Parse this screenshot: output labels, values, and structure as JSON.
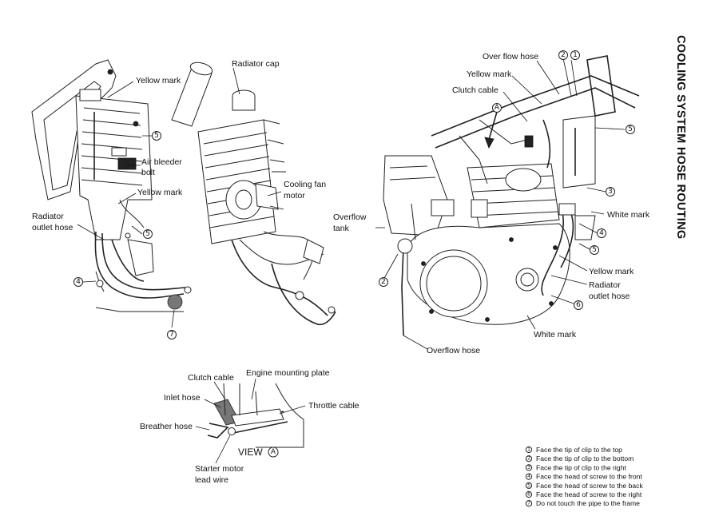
{
  "title": "COOLING SYSTEM HOSE ROUTING",
  "left_diagram": {
    "yellow_mark_top": "Yellow mark",
    "air_bleeder_bolt": "Air bleeder\nbolt",
    "air_bleeder_line1": "Air bleeder",
    "air_bleeder_line2": "bolt",
    "yellow_mark_mid": "Yellow mark",
    "radiator_outlet_line1": "Radiator",
    "radiator_outlet_line2": "outlet hose",
    "callouts": [
      "5",
      "5",
      "4",
      "7"
    ]
  },
  "middle_diagram": {
    "radiator_cap": "Radiator cap",
    "cooling_fan_line1": "Cooling fan",
    "cooling_fan_line2": "motor"
  },
  "right_diagram": {
    "over_flow_hose": "Over flow hose",
    "yellow_mark_top": "Yellow mark",
    "clutch_cable": "Clutch cable",
    "view_marker": "A",
    "overflow_tank_line1": "Overflow",
    "overflow_tank_line2": "tank",
    "white_mark_right": "White mark",
    "yellow_mark_low": "Yellow mark",
    "radiator_outlet_line1": "Radiator",
    "radiator_outlet_line2": "outlet hose",
    "white_mark_bottom": "White mark",
    "overflow_hose": "Overflow hose",
    "callouts": [
      "2",
      "1",
      "5",
      "3",
      "4",
      "5",
      "2",
      "6"
    ]
  },
  "view_a": {
    "clutch_cable": "Clutch cable",
    "engine_mounting_plate": "Engine mounting plate",
    "inlet_hose": "Inlet hose",
    "throttle_cable": "Throttle cable",
    "breather_hose": "Breather hose",
    "caption": "VIEW",
    "caption_marker": "A",
    "starter_line1": "Starter motor",
    "starter_line2": "lead wire"
  },
  "legend": [
    {
      "num": "1",
      "text": "Face the tip of clip to the top"
    },
    {
      "num": "2",
      "text": "Face the tip of clip to the bottom"
    },
    {
      "num": "3",
      "text": "Face the tip of clip to the right"
    },
    {
      "num": "4",
      "text": "Face the head of screw to the front"
    },
    {
      "num": "5",
      "text": "Face the head of screw to the back"
    },
    {
      "num": "6",
      "text": "Face the head of screw to the right"
    },
    {
      "num": "7",
      "text": "Do not touch the pipe to the frame"
    }
  ]
}
